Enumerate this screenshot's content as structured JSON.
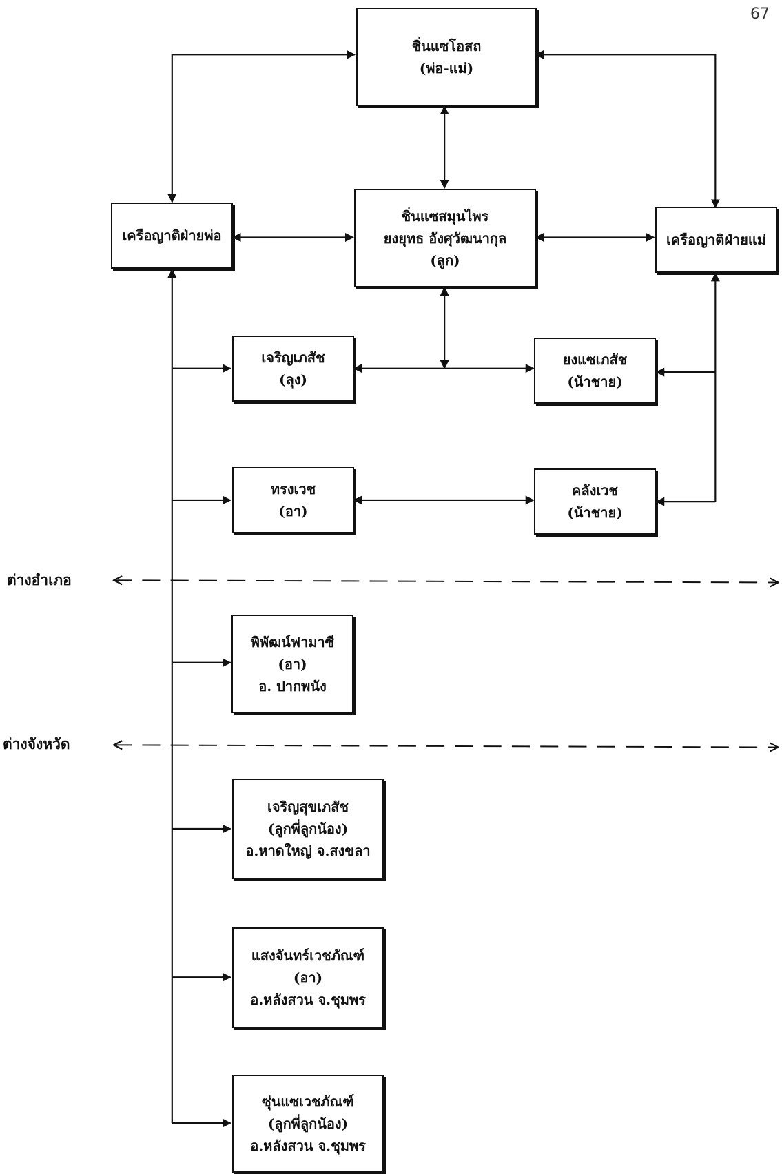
{
  "page_number": "67",
  "nodes": {
    "parents": {
      "lines": [
        "ชิ่นแซโอสถ",
        "(พ่อ-แม่)"
      ]
    },
    "father_side": {
      "lines": [
        "เครือญาติฝ่ายพ่อ"
      ]
    },
    "center": {
      "lines": [
        "ชิ่นแซสมุนไพร",
        "ยงยุทธ อังศุวัฒนากุล",
        "(ลูก)"
      ]
    },
    "mother_side": {
      "lines": [
        "เครือญาติฝ่ายแม่"
      ]
    },
    "uncle_1": {
      "lines": [
        "เจริญเภสัช",
        "(ลุง)"
      ]
    },
    "maternal_uncle_1": {
      "lines": [
        "ยงแซเภสัช",
        "(น้าชาย)"
      ]
    },
    "aunt_1": {
      "lines": [
        "ทรงเวช",
        "(อา)"
      ]
    },
    "maternal_uncle_2": {
      "lines": [
        "คลังเวช",
        "(น้าชาย)"
      ]
    },
    "aunt_2": {
      "lines": [
        "พิพัฒน์ฟามาซี",
        "(อา)",
        "อ. ปากพนัง"
      ]
    },
    "cousin_1": {
      "lines": [
        "เจริญสุขเภสัช",
        "(ลูกพี่ลูกน้อง)",
        "อ.หาดใหญ่ จ.สงขลา"
      ]
    },
    "aunt_3": {
      "lines": [
        "แสงจันทร์เวชภัณฑ์",
        "(อา)",
        "อ.หลังสวน จ.ชุมพร"
      ]
    },
    "cousin_2": {
      "lines": [
        "ซุ่นแซเวชภัณฑ์",
        "(ลูกพี่ลูกน้อง)",
        "อ.หลังสวน จ.ชุมพร"
      ]
    }
  },
  "boundaries": {
    "other_district": "ต่างอำเภอ",
    "other_province": "ต่างจังหวัด"
  }
}
